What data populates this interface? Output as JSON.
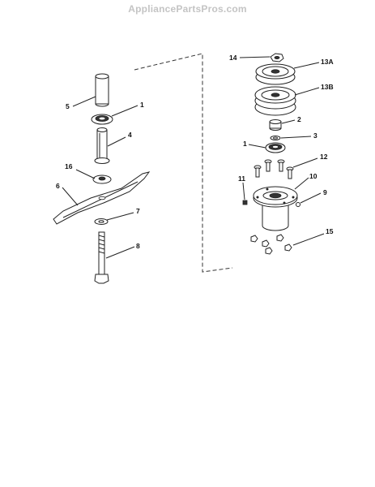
{
  "watermark": "AppliancePartsPros.com",
  "callouts": {
    "c1_left": "1",
    "c2": "2",
    "c3": "3",
    "c4": "4",
    "c5": "5",
    "c6": "6",
    "c7": "7",
    "c8": "8",
    "c9": "9",
    "c10": "10",
    "c11": "11",
    "c12": "12",
    "c13a": "13A",
    "c13b": "13B",
    "c14": "14",
    "c15": "15",
    "c16": "16",
    "c1_right": "1"
  }
}
